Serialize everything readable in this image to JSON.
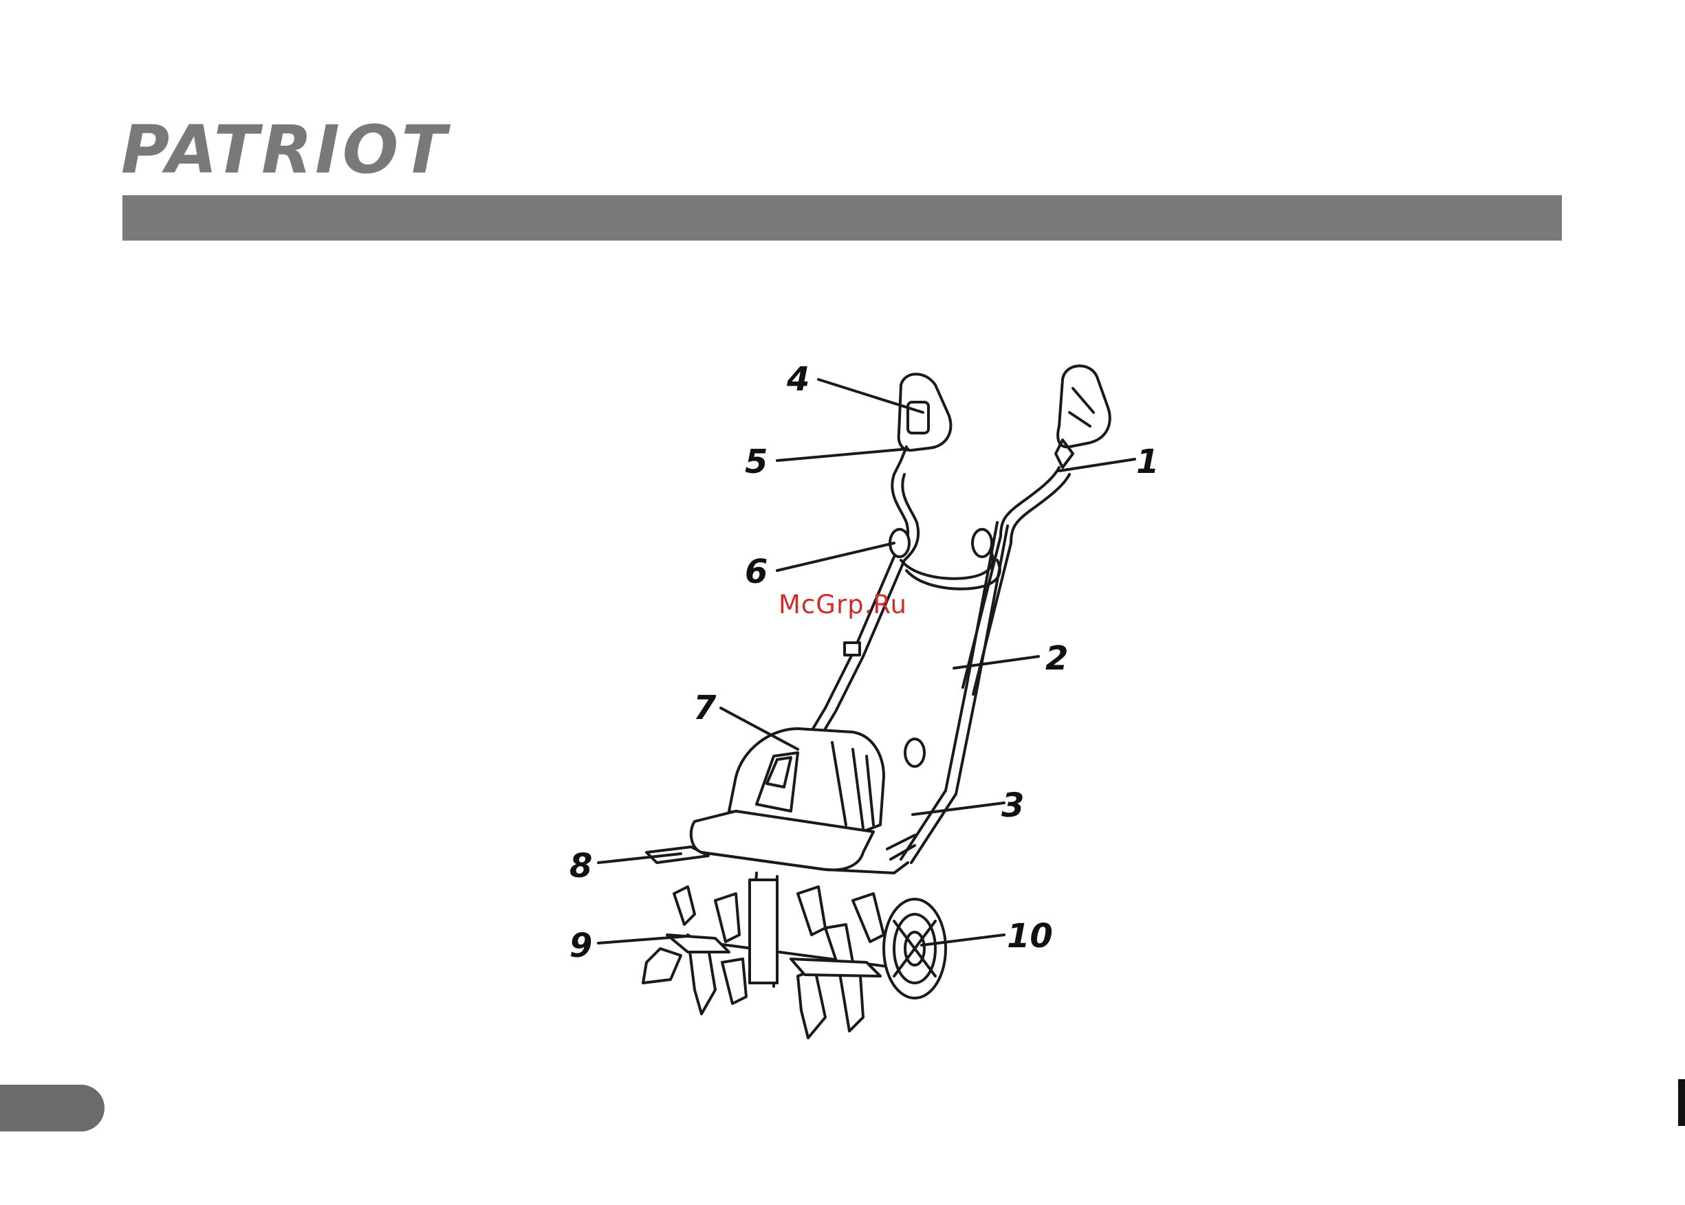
{
  "brand": {
    "logo_text": "PATRIOT",
    "color": "#7a797a"
  },
  "header": {
    "bar_color": "#7b7a7b"
  },
  "figure": {
    "subject": "electric cultivator",
    "callouts": [
      "1",
      "2",
      "3",
      "4",
      "5",
      "6",
      "7",
      "8",
      "9",
      "10"
    ]
  },
  "watermark": {
    "text": "McGrp.Ru",
    "color": "#d42a2a"
  }
}
